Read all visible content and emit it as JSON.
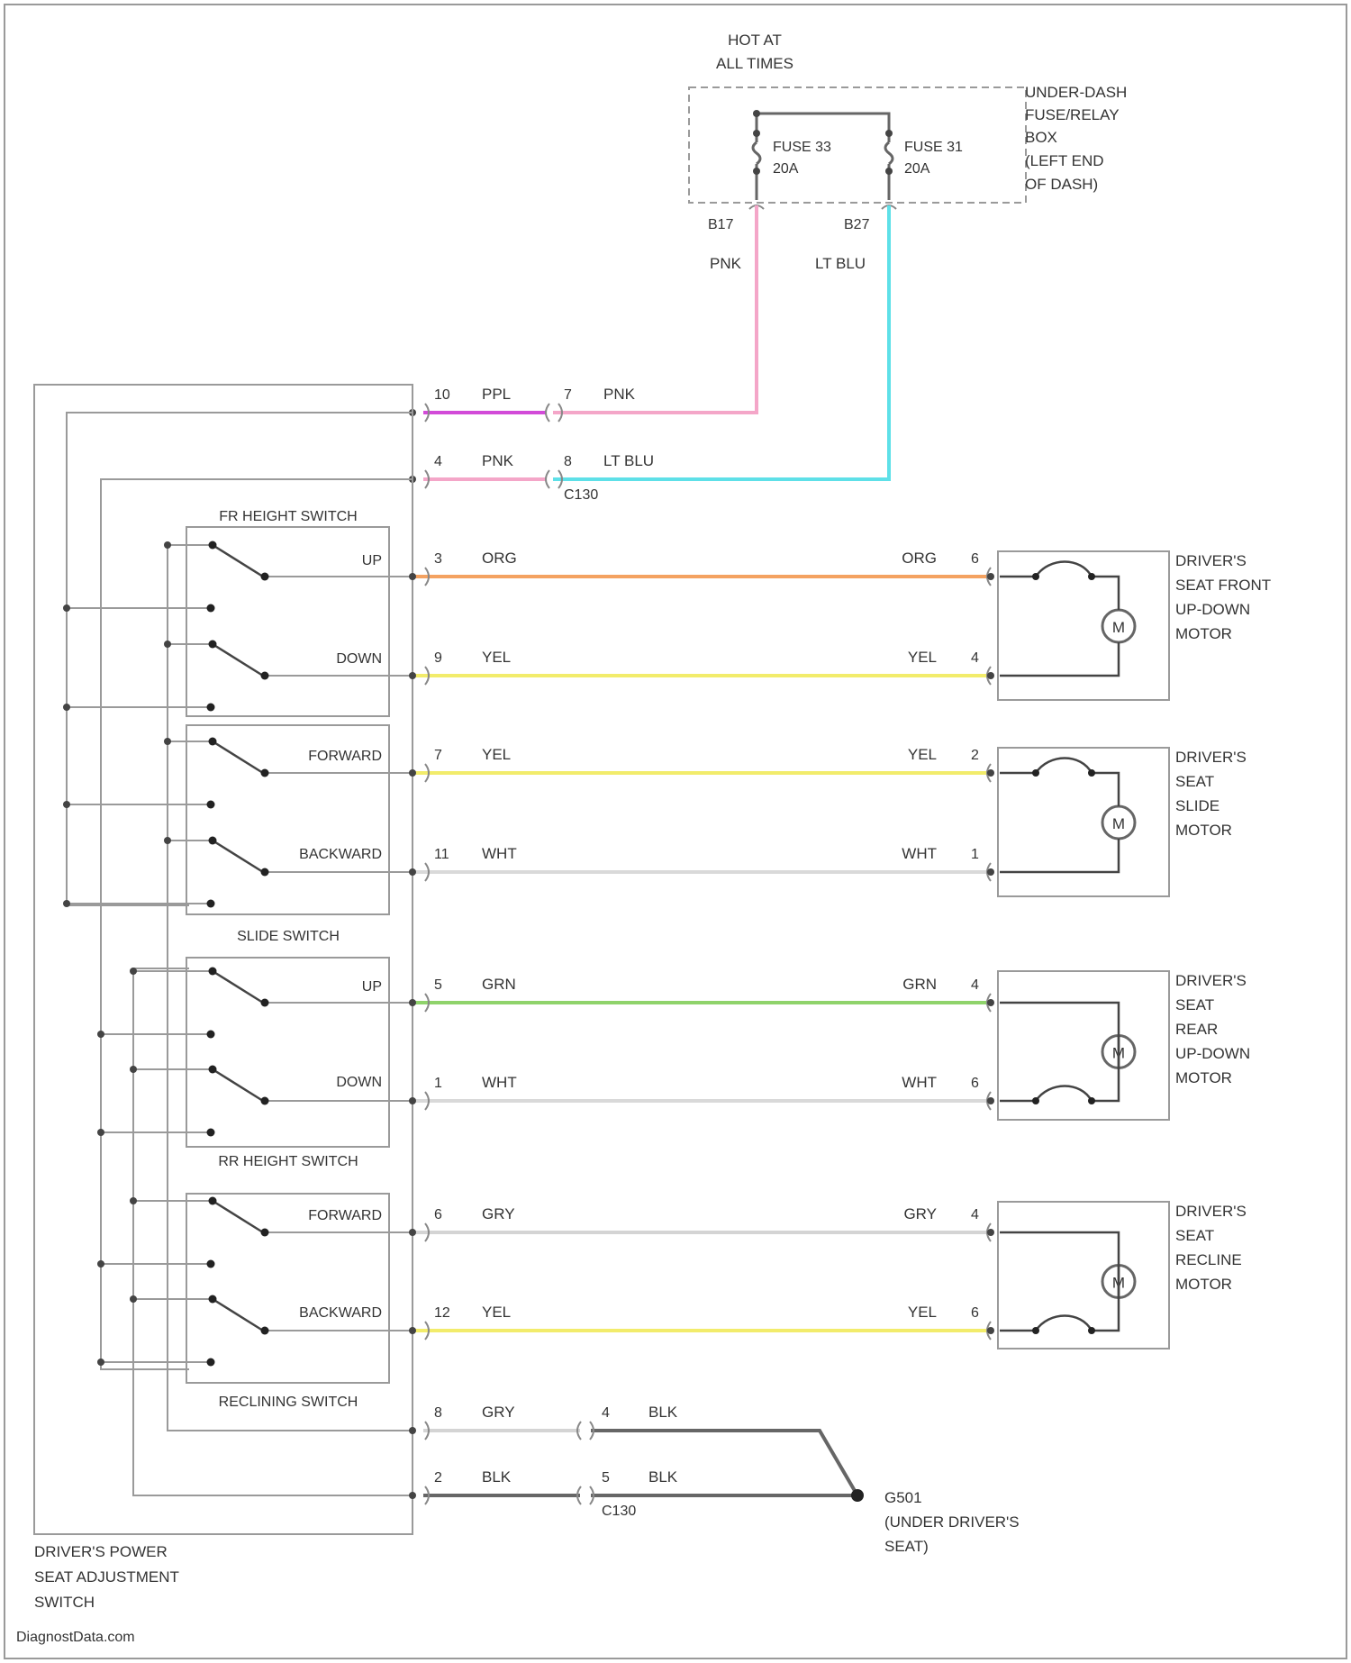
{
  "fuse_box": {
    "hot_label": [
      "HOT AT",
      "ALL TIMES"
    ],
    "label": [
      "UNDER-DASH",
      "FUSE/RELAY",
      "BOX",
      "(LEFT END",
      "OF DASH)"
    ],
    "fuse_a": {
      "name": "FUSE 33",
      "rating": "20A",
      "pin": "B17"
    },
    "fuse_b": {
      "name": "FUSE 31",
      "rating": "20A",
      "pin": "B27"
    }
  },
  "feed_wires": {
    "a_color": "PNK",
    "b_color": "LT BLU",
    "top_left": {
      "pin": "10",
      "color": "PPL"
    },
    "top_right": {
      "pin": "7",
      "color": "PNK"
    },
    "second_left": {
      "pin": "4",
      "color": "PNK"
    },
    "second_right": {
      "pin": "8",
      "color": "LT BLU"
    },
    "connector": "C130"
  },
  "switch": {
    "label": [
      "DRIVER'S POWER",
      "SEAT ADJUSTMENT",
      "SWITCH"
    ],
    "groups": {
      "fr_height": {
        "name": "FR HEIGHT SWITCH",
        "a": "UP",
        "b": "DOWN"
      },
      "slide": {
        "name": "SLIDE SWITCH",
        "a": "FORWARD",
        "b": "BACKWARD"
      },
      "rr_height": {
        "name": "RR HEIGHT SWITCH",
        "a": "UP",
        "b": "DOWN"
      },
      "reclining": {
        "name": "RECLINING SWITCH",
        "a": "FORWARD",
        "b": "BACKWARD"
      }
    }
  },
  "motor_wires": [
    {
      "lpin": "3",
      "lcolor": "ORG",
      "rcolor": "ORG",
      "rpin": "6",
      "hex": "#f4a261"
    },
    {
      "lpin": "9",
      "lcolor": "YEL",
      "rcolor": "YEL",
      "rpin": "4",
      "hex": "#f2ec6b"
    },
    {
      "lpin": "7",
      "lcolor": "YEL",
      "rcolor": "YEL",
      "rpin": "2",
      "hex": "#f2ec6b"
    },
    {
      "lpin": "11",
      "lcolor": "WHT",
      "rcolor": "WHT",
      "rpin": "1",
      "hex": "#d9d9d9"
    },
    {
      "lpin": "5",
      "lcolor": "GRN",
      "rcolor": "GRN",
      "rpin": "4",
      "hex": "#8fd36b"
    },
    {
      "lpin": "1",
      "lcolor": "WHT",
      "rcolor": "WHT",
      "rpin": "6",
      "hex": "#d9d9d9"
    },
    {
      "lpin": "6",
      "lcolor": "GRY",
      "rcolor": "GRY",
      "rpin": "4",
      "hex": "#d4d4d4"
    },
    {
      "lpin": "12",
      "lcolor": "YEL",
      "rcolor": "YEL",
      "rpin": "6",
      "hex": "#f2ec6b"
    }
  ],
  "motors": [
    {
      "label": [
        "DRIVER'S",
        "SEAT FRONT",
        "UP-DOWN",
        "MOTOR"
      ],
      "symbol": "M"
    },
    {
      "label": [
        "DRIVER'S",
        "SEAT",
        "SLIDE",
        "MOTOR"
      ],
      "symbol": "M"
    },
    {
      "label": [
        "DRIVER'S",
        "SEAT",
        "REAR",
        "UP-DOWN",
        "MOTOR"
      ],
      "symbol": "M"
    },
    {
      "label": [
        "DRIVER'S",
        "SEAT",
        "RECLINE",
        "MOTOR"
      ],
      "symbol": "M"
    }
  ],
  "ground": {
    "wire1": {
      "lpin": "8",
      "lcolor": "GRY",
      "rpin": "4",
      "rcolor": "BLK"
    },
    "wire2": {
      "lpin": "2",
      "lcolor": "BLK",
      "rpin": "5",
      "rcolor": "BLK"
    },
    "connector": "C130",
    "label": [
      "G501",
      "(UNDER DRIVER'S",
      "SEAT)"
    ]
  },
  "footer": "DiagnostData.com",
  "colors": {
    "pink": "#f4a6c8",
    "light_blue": "#5ee0e8",
    "purple": "#d24bd8",
    "black_wire": "#666666",
    "frame": "#9a9a9a"
  }
}
